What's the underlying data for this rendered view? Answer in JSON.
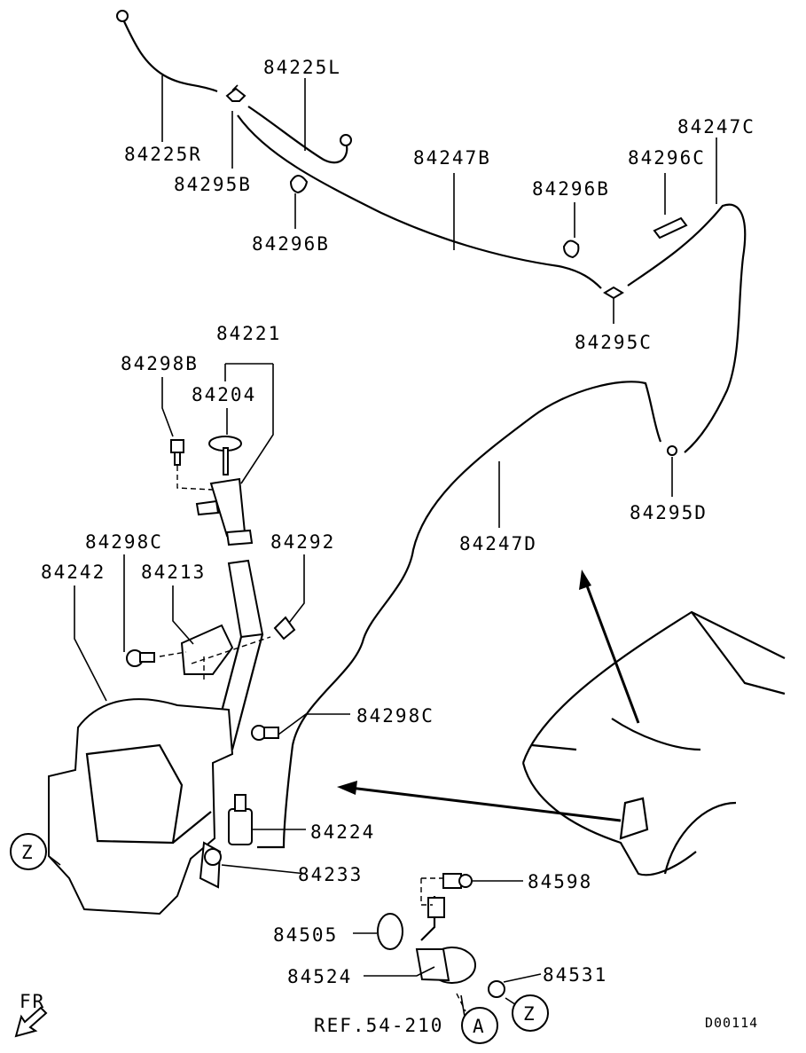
{
  "labels": {
    "p84225L": "84225L",
    "p84225R": "84225R",
    "p84295B": "84295B",
    "p84296B_a": "84296B",
    "p84247B": "84247B",
    "p84296B_b": "84296B",
    "p84296C": "84296C",
    "p84247C": "84247C",
    "p84295C": "84295C",
    "p84221": "84221",
    "p84298B": "84298B",
    "p84204": "84204",
    "p84295D": "84295D",
    "p84247D": "84247D",
    "p84298C_a": "84298C",
    "p84292": "84292",
    "p84242": "84242",
    "p84213": "84213",
    "p84298C_b": "84298C",
    "p84224": "84224",
    "p84233": "84233",
    "p84598": "84598",
    "p84505": "84505",
    "p84524": "84524",
    "p84531": "84531",
    "ref": "REF.54-210",
    "code": "D00114",
    "fr": "FR",
    "circle_z1": "Z",
    "circle_z2": "Z",
    "circle_a": "A"
  }
}
